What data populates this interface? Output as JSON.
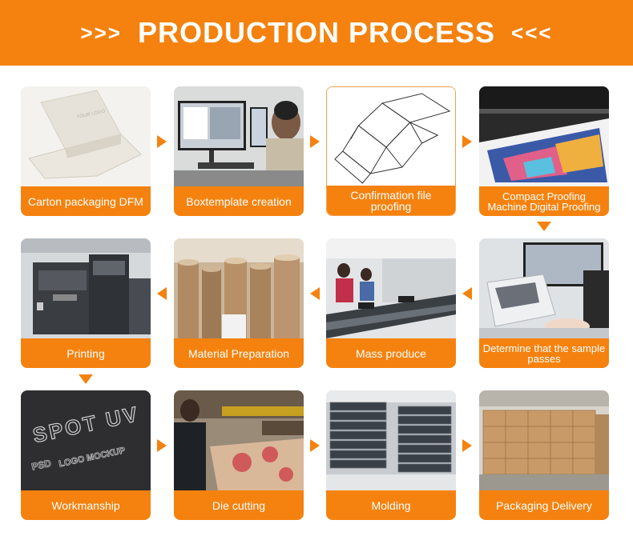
{
  "header": {
    "title": "PRODUCTION PROCESS",
    "left_chevrons": ">>>",
    "right_chevrons": "<<<"
  },
  "steps": [
    {
      "label": "Carton packaging DFM"
    },
    {
      "label": "Boxtemplate creation"
    },
    {
      "label": "Confirmation file proofing"
    },
    {
      "label": "Compact Proofing Machine Digital Proofing"
    },
    {
      "label": "Determine that the sample passes"
    },
    {
      "label": "Mass produce"
    },
    {
      "label": "Material Preparation"
    },
    {
      "label": "Printing"
    },
    {
      "label": "Workmanship"
    },
    {
      "label": "Die cutting"
    },
    {
      "label": "Molding"
    },
    {
      "label": "Packaging Delivery"
    }
  ],
  "images": {
    "box_logo_text": "YOUR LOGO",
    "spot_uv_text": "SPOT UV",
    "psd_text": "PSD",
    "mockup_text": "LOGO MOCKUP"
  },
  "colors": {
    "accent": "#f5820f",
    "background": "#ffffff"
  }
}
